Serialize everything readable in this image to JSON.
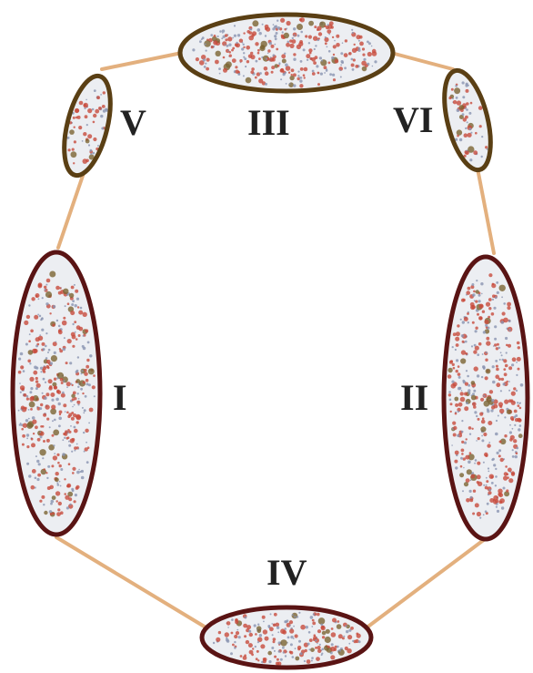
{
  "colors": {
    "link": "#e3b07e",
    "outline_dark_red": "#5a1414",
    "outline_olive": "#5a3f14",
    "cluster_fill": "#eceef2",
    "dot_red": "#c84b3c",
    "dot_blue": "#8a94b0",
    "dot_olive": "#7c6432"
  },
  "clusters": [
    {
      "id": "I",
      "label": "I"
    },
    {
      "id": "II",
      "label": "II"
    },
    {
      "id": "III",
      "label": "III"
    },
    {
      "id": "IV",
      "label": "IV"
    },
    {
      "id": "V",
      "label": "V"
    },
    {
      "id": "VI",
      "label": "VI"
    }
  ]
}
